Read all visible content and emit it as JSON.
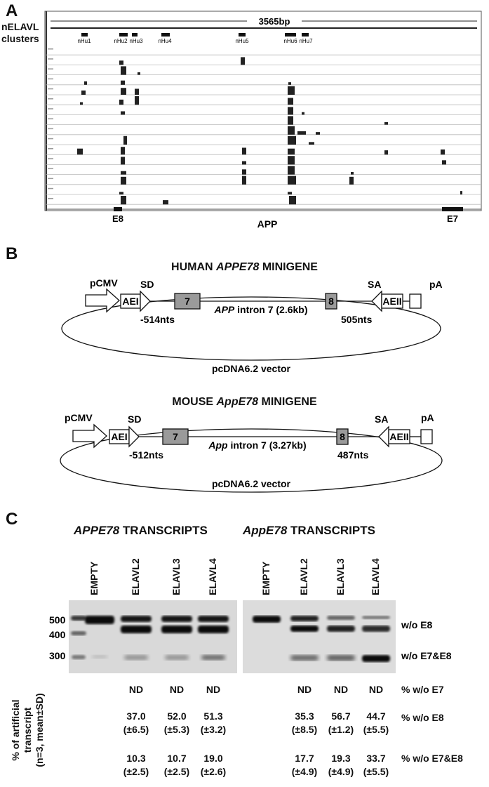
{
  "panelA": {
    "letter": "A",
    "side_label_line1": "nELAVL",
    "side_label_line2": "clusters",
    "scale_label": "3565bp",
    "clusters": [
      "nHu1",
      "nHu2",
      "nHu3",
      "nHu4",
      "nHu5",
      "nHu6",
      "nHu7"
    ],
    "exon_left": "E8",
    "gene": "APP",
    "exon_right": "E7"
  },
  "panelB": {
    "letter": "B",
    "human": {
      "title_pre": "HUMAN ",
      "title_gene": "APPE78",
      "title_post": " MINIGENE",
      "pcmv": "pCMV",
      "aei": "AEI",
      "sd": "SD",
      "exon7": "7",
      "intron_gene": "APP",
      "intron_text": " intron 7 (2.6kb)",
      "exon8": "8",
      "sa": "SA",
      "aeii": "AEII",
      "pa": "pA",
      "left_nts": "-514nts",
      "right_nts": "505nts",
      "vector": "pcDNA6.2 vector"
    },
    "mouse": {
      "title_pre": "MOUSE ",
      "title_gene": "AppE78",
      "title_post": " MINIGENE",
      "pcmv": "pCMV",
      "aei": "AEI",
      "sd": "SD",
      "exon7": "7",
      "intron_gene": "App",
      "intron_text": " intron 7 (3.27kb)",
      "exon8": "8",
      "sa": "SA",
      "aeii": "AEII",
      "pa": "pA",
      "left_nts": "-512nts",
      "right_nts": "487nts",
      "vector": "pcDNA6.2 vector"
    }
  },
  "panelC": {
    "letter": "C",
    "title_left_gene": "APPE78",
    "title_left_rest": " TRANSCRIPTS",
    "title_right_gene": "AppE78",
    "title_right_rest": " TRANSCRIPTS",
    "lanes_left": [
      "EMPTY",
      "ELAVL2",
      "ELAVL3",
      "ELAVL4"
    ],
    "lanes_right": [
      "EMPTY",
      "ELAVL2",
      "ELAVL3",
      "ELAVL4"
    ],
    "markers": [
      "500",
      "400",
      "300"
    ],
    "band_labels": [
      "w/o E8",
      "w/o E7&E8"
    ],
    "ylabel_line1": "% of artificial",
    "ylabel_line2": "transcript",
    "ylabel_line3": "(n=3, mean±SD)",
    "row_labels": [
      "% w/o E7",
      "% w/o E8",
      "% w/o E7&E8"
    ],
    "rows": {
      "nd": [
        "ND",
        "ND",
        "ND",
        "ND",
        "ND",
        "ND"
      ],
      "e8_mean": [
        "37.0",
        "52.0",
        "51.3",
        "35.3",
        "56.7",
        "44.7"
      ],
      "e8_sd": [
        "(±6.5)",
        "(±5.3)",
        "(±3.2)",
        "(±8.5)",
        "(±1.2)",
        "(±5.5)"
      ],
      "e78_mean": [
        "10.3",
        "10.7",
        "19.0",
        "17.7",
        "19.3",
        "33.7"
      ],
      "e78_sd": [
        "(±2.5)",
        "(±2.5)",
        "(±2.6)",
        "(±4.9)",
        "(±4.9)",
        "(±5.5)"
      ]
    }
  }
}
